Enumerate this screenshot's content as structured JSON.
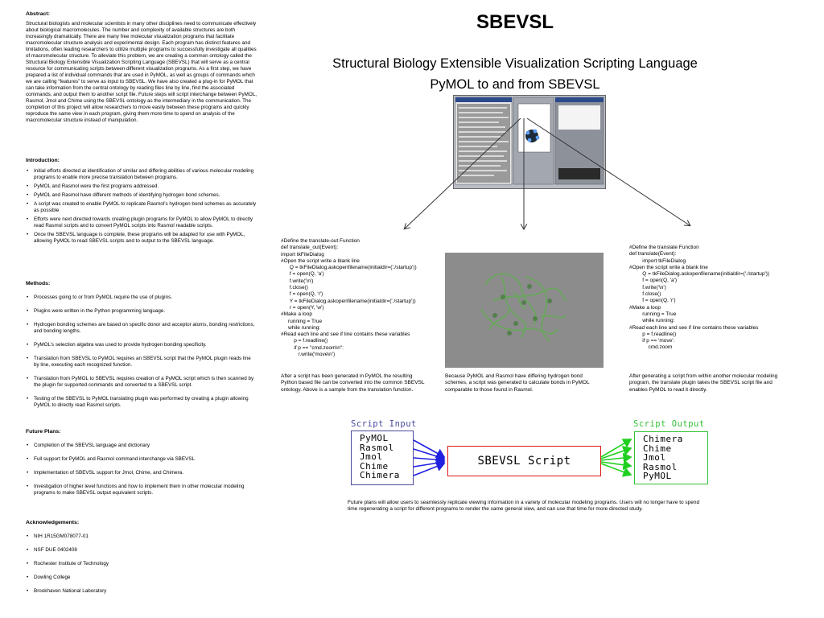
{
  "header": {
    "title": "SBEVSL",
    "subtitle": "Structural Biology Extensible Visualization Scripting  Language",
    "subtitle2": "PyMOL to and from SBEVSL"
  },
  "abstract": {
    "heading": "Abstract:",
    "body": "Structural biologists and molecular scientists in many other disciplines need to communicate effectively about biological macromolecules. The number and complexity of available structures are both increasingly dramatically.  There are many free molecular visualization programs that facilitate macromolecular structure analysis and experimental design.  Each program has distinct features and limitations, often leading researchers to utilize multiple programs to successfully investigate all qualities of macromolecular structure.  To alleviate this problem, we are creating a common ontology called the Structural Biology Extensible Visualization Scripting Language (SBEVSL) that will serve as a central resource for communicating scripts between different visualization programs. As a first step, we have prepared a list of individual commands that are used in PyMOL, as well as groups of commands which we are calling “features” to serve as input to SBEVSL. We have also created a plug-in for PyMOL that can take information from the central ontology by reading files line by line, find the associated commands, and output them to another script file. Future steps will script interchange between PyMOL, Rasmol, Jmol and Chime using the SBEVSL ontology as the intermediary in the communication.  The completion of this project will allow researchers to move easily between these  programs and quickly reproduce the same view in each program, giving them more time to spend on analysis of the macromolecular structure instead of manipulation."
  },
  "introduction": {
    "heading": "Introduction:",
    "items": [
      "Initial efforts directed at identification of similar and differing abilities of various molecular modeling programs to enable more precise translation between programs.",
      "PyMOL and Rasmol were the first programs addressed.",
      "PyMOL and Rasmol have different methods of identifying hydrogen bond schemes.",
      "A script was created to enable PyMOL to replicate Rasmol’s hydrogen bond schemes as accurately as possible",
      "Efforts were next directed towards creating plugin programs for PyMOL to allow PyMOL to directly read Rasmol scripts and to convert PyMOL scripts into Rasmol readable scripts.",
      "Once the SBEVSL language is complete, these programs will be adapted for use with PyMOL, allowing PyMOL to read SBEVSL scripts and to output to the SBEVSL language."
    ]
  },
  "methods": {
    "heading": "Methods:",
    "items": [
      "Processes going to or from PyMOL require the use of plugins.",
      "Plugins were written in the Python programming language.",
      "Hydrogen bonding schemes are based on specific donor and acceptor atoms, bonding restrictions, and bonding lengths.",
      "PyMOL’s selection algebra was used to provide hydrogen bonding specificity.",
      "Translation from SBEVSL to PyMOL requires an SBEVSL script that the PyMOL plugin reads line by line, executing each recognized function.",
      "Translation from PyMOL to SBEVSL requires creation of a PyMOL script which is then scanned by the plugin for supported commands and converted to a SBEVSL script.",
      "Testing of the SBEVSL to PyMOL translating plugin was performed by creating a plugin allowing PyMOL to directly read Rasmol scripts."
    ]
  },
  "future": {
    "heading": "Future Plans:",
    "items": [
      "Completion of the SBEVSL language and dictionary",
      "Full support for PyMOL and Rasmol command interchange via SBEVSL",
      "Implementation of SBEVSL support for Jmol, Chime, and Chimera.",
      "Investigation of higher level functions and how to implement them in other molecular modeling programs to make SBEVSL output equivalent scripts."
    ]
  },
  "acknowledgements": {
    "heading": "Acknowledgements:",
    "items": [
      "NIH 1R15GM078077-01",
      "NSF DUE 0402408",
      "Rochester Institute of Technology",
      "Dowling College",
      "Brookhaven National Laboratory"
    ]
  },
  "code_left": "#Define the translate-out Function\ndef translate_out(Event):\nimport tkFileDialog\n#Open the script write a blank line\n      Q = tkFileDialog.askopenfilename(initialdir=('./startup'))\n      f = open(Q, 'a')\n      f.write('\\n')\n      f.close()\n      f = open(Q, 'r')\n      Y = tkFileDialog.askopenfilename(initialdir=('./startup'))\n      r = open(Y, 'w')\n#Make a loop\n     running = True\n     while running:\n#Read each line and see if line contains these variables\n         p = f.readline()\n         if p == \"cmd.zoom\\n\":\n            r.write('move\\n')",
  "code_right": "#Define the translate Function\ndef translate(Event):\n         import tkFileDialog\n#Open the script write a blank line\n         Q = tkFileDialog.askopenfilename(initialdir=('./startup'))\n         f = open(Q, 'a')\n         f.write('\\n')\n         f.close()\n         f = open(Q, 'r')\n#Make a loop\n         running = True\n         while running:\n#Read each line and see if line contains these variables\n         p = f.readline()\n         if p == 'move':\n             cmd.zoom",
  "captions": {
    "left": "After a script has been generated in PyMOL the resulting Python based file can be converted into the common SBEVSL ontology. Above is a sample from the translation function.",
    "middle": "Because PyMOL and Rasmol have differing hydrogen bond schemes, a script was generated to calculate bonds in PyMOL comparable to those found in Rasmol.",
    "right": "After generating a script from within another molecular modeling program, the translate plugin takes the SBEVSL script file and enables PyMOL to read it directly.",
    "bottom": "Future plans will allow users to seamlessly replicate viewing information in a variety of molecular modeling programs.  Users will no longer have to spend time regenerating a script for different programs to render the same general view, and can use that time for more directed study."
  },
  "diagram": {
    "input_label": "Script Input",
    "output_label": "Script Output",
    "center_label": "SBEVSL Script",
    "inputs": [
      "PyMOL",
      "Rasmol",
      "Jmol",
      "Chime",
      "Chimera"
    ],
    "outputs": [
      "Chimera",
      "Chime",
      "Jmol",
      "Rasmol",
      "PyMOL"
    ],
    "colors": {
      "input": "#4a4a9e",
      "output": "#35c235",
      "center_border": "#e01818",
      "arrow_in": "#2020e0",
      "arrow_out": "#20d020"
    }
  }
}
